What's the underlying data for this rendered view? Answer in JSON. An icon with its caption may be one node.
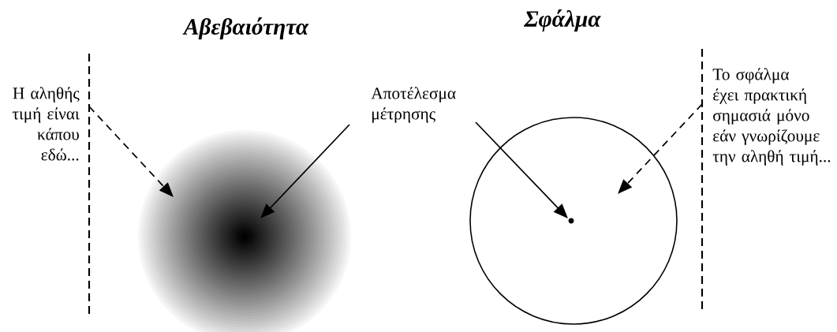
{
  "diagram": {
    "nodes": [
      {
        "text": [
          "Η αληθής τιμή είναι κάπου εδώ..."
        ]
      },
      {
        "text": [],
        "shape": "disc"
      },
      {
        "text": [
          "Αποτέλεσμα μέτρησης"
        ]
      },
      {
        "text": [],
        "shape": "circle"
      },
      {
        "text": [],
        "shape": "dot",
        "in": 3
      },
      {
        "text": [
          "Το σφάλμα έχει πρακτική σημασιά μόνο εάν γνωρίζουμε την αληθή τιμή..."
        ]
      }
    ],
    "edges": [
      {
        "from": 0,
        "to": 1,
        "arrow": "to",
        "style": "dashed"
      },
      {
        "from": 2,
        "to": 1,
        "arrow": "to"
      },
      {
        "from": 2,
        "to": 4,
        "arrow": "to"
      },
      {
        "from": 5,
        "to": 3,
        "arrow": "to",
        "style": "dashed"
      }
    ],
    "labels": [
      "Αβεβαιότητα",
      "Σφάλμα"
    ]
  }
}
